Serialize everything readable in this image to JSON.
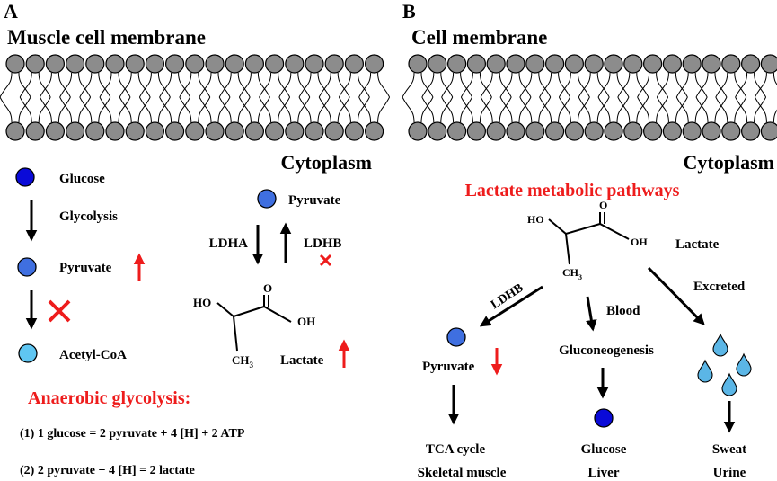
{
  "panel_a": {
    "letter": "A",
    "membrane_title": "Muscle cell membrane",
    "cytoplasm": "Cytoplasm",
    "glucose": "Glucose",
    "glycolysis": "Glycolysis",
    "pyruvate": "Pyruvate",
    "acetyl_coa": "Acetyl-CoA",
    "pyruvate_right": "Pyruvate",
    "ldha": "LDHA",
    "ldhb": "LDHB",
    "lactate": "Lactate",
    "lactate_struct": {
      "ho": "HO",
      "o": "O",
      "oh": "OH",
      "ch3": "CH",
      "ch3_sub": "3"
    },
    "anaerobic_title": "Anaerobic glycolysis:",
    "eq1": "(1) 1 glucose = 2 pyruvate + 4 [H] + 2 ATP",
    "eq2": "(2) 2 pyruvate + 4 [H] = 2 lactate"
  },
  "panel_b": {
    "letter": "B",
    "membrane_title": "Cell membrane",
    "cytoplasm": "Cytoplasm",
    "pathways_title": "Lactate metabolic pathways",
    "lactate_struct": {
      "ho": "HO",
      "o": "O",
      "oh": "OH",
      "ch3": "CH",
      "ch3_sub": "3"
    },
    "lactate": "Lactate",
    "ldhb": "LDHB",
    "blood": "Blood",
    "excreted": "Excreted",
    "pyruvate": "Pyruvate",
    "gluconeogenesis": "Gluconeogenesis",
    "tca": "TCA cycle",
    "skeletal_muscle": "Skeletal muscle",
    "glucose": "Glucose",
    "liver": "Liver",
    "sweat": "Sweat",
    "urine": "Urine"
  },
  "colors": {
    "head_gray": "#8c8c8c",
    "glucose_blue": "#0a0ad8",
    "pyruvate_blue": "#3f6fe0",
    "acetyl_blue": "#5fc6f2",
    "drop_blue": "#5bb6e6",
    "red": "#ee1c1c"
  }
}
